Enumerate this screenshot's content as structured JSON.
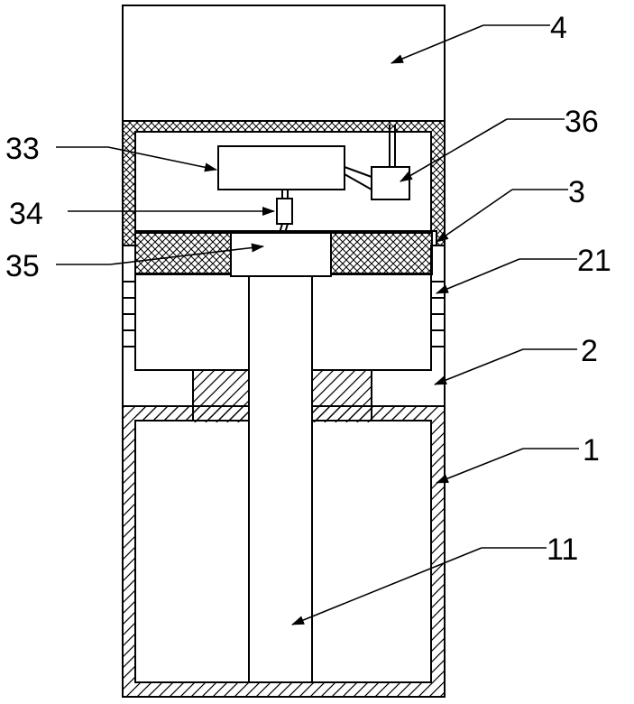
{
  "labels": {
    "l4": "4",
    "l36": "36",
    "l33": "33",
    "l34": "34",
    "l3": "3",
    "l35": "35",
    "l21": "21",
    "l2": "2",
    "l1": "1",
    "l11": "11"
  }
}
